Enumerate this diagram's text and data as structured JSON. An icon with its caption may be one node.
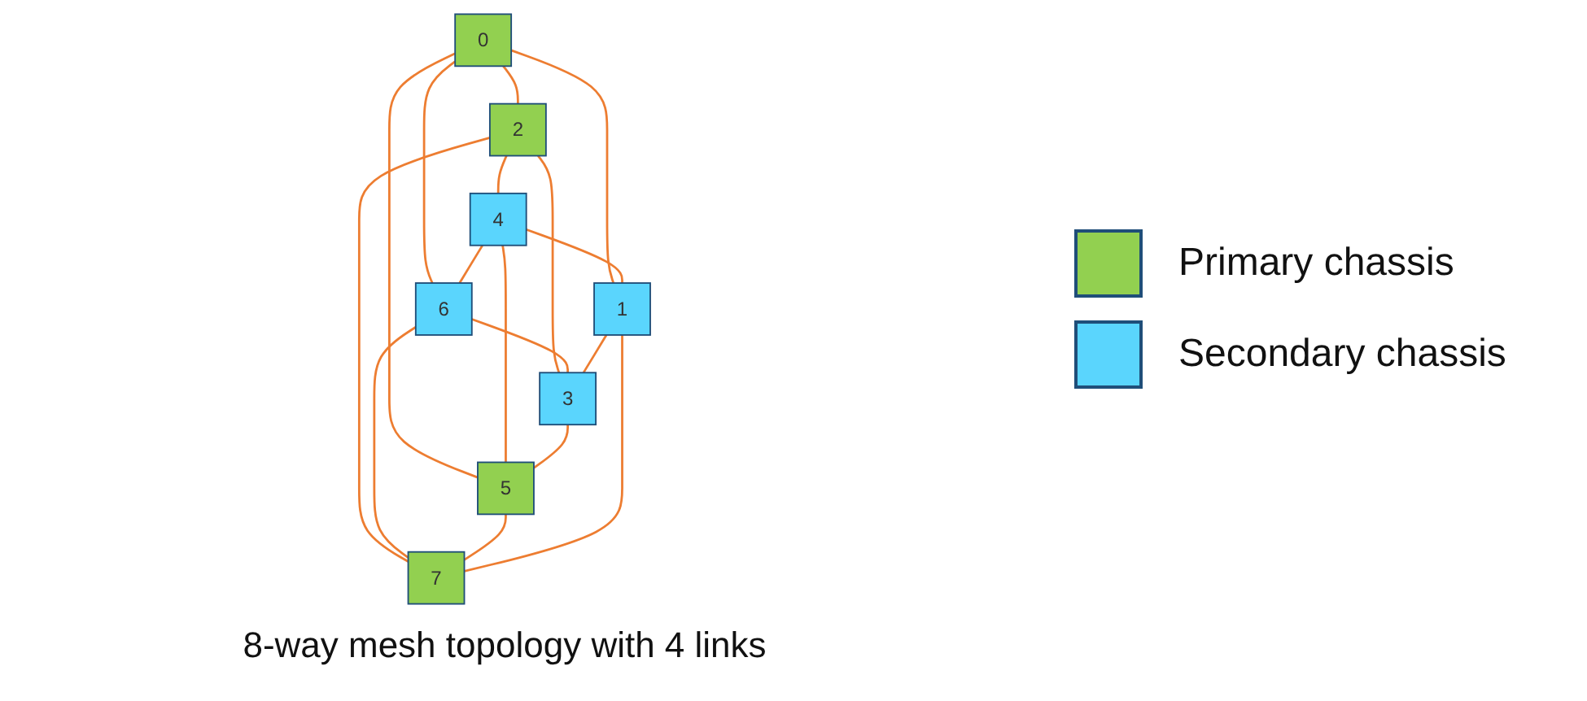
{
  "diagram": {
    "caption": "8-way mesh topology with 4 links",
    "nodes": [
      {
        "text": [
          "0"
        ]
      },
      {
        "text": [
          "2"
        ]
      },
      {
        "text": [
          "4"
        ]
      },
      {
        "text": [
          "6"
        ]
      },
      {
        "text": [
          "1"
        ]
      },
      {
        "text": [
          "3"
        ]
      },
      {
        "text": [
          "5"
        ]
      },
      {
        "text": [
          "7"
        ]
      }
    ],
    "edges": [
      {
        "from": 0,
        "to": 3,
        "arrow": "none"
      },
      {
        "from": 0,
        "to": 1,
        "arrow": "none"
      },
      {
        "from": 1,
        "to": 2,
        "arrow": "none"
      },
      {
        "from": 2,
        "to": 3,
        "arrow": "none"
      },
      {
        "from": 0,
        "to": 4,
        "arrow": "none"
      },
      {
        "from": 0,
        "to": 6,
        "arrow": "none"
      },
      {
        "from": 1,
        "to": 5,
        "arrow": "none"
      },
      {
        "from": 1,
        "to": 7,
        "arrow": "none"
      },
      {
        "from": 2,
        "to": 4,
        "arrow": "none"
      },
      {
        "from": 2,
        "to": 6,
        "arrow": "none"
      },
      {
        "from": 3,
        "to": 5,
        "arrow": "none"
      },
      {
        "from": 3,
        "to": 7,
        "arrow": "none"
      },
      {
        "from": 4,
        "to": 5,
        "arrow": "none"
      },
      {
        "from": 5,
        "to": 6,
        "arrow": "none"
      },
      {
        "from": 6,
        "to": 7,
        "arrow": "none"
      },
      {
        "from": 4,
        "to": 7,
        "arrow": "none"
      }
    ],
    "legend": [
      {
        "text": "Primary chassis",
        "color": "#92d050"
      },
      {
        "text": "Secondary chassis",
        "color": "#5ad5fd"
      }
    ]
  }
}
